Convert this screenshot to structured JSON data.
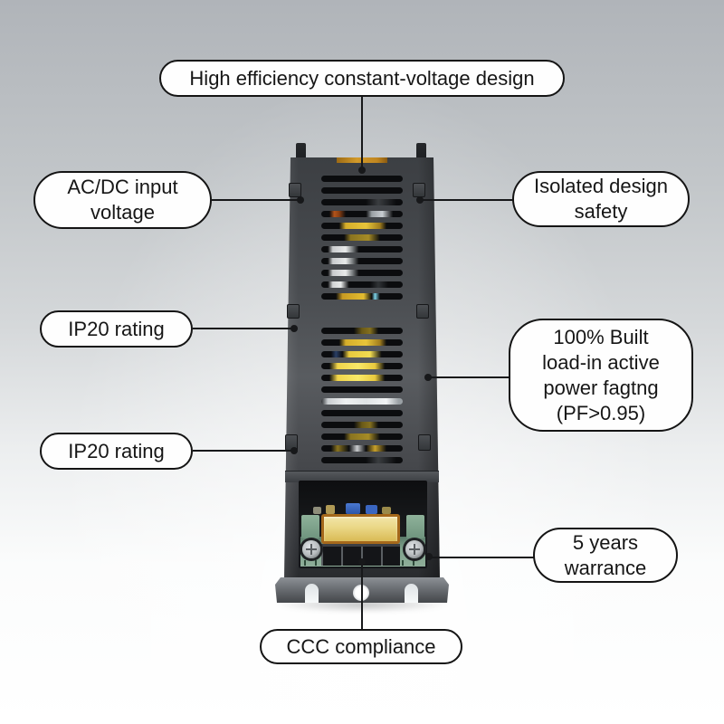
{
  "callouts": {
    "high_efficiency": "High efficiency constant-voltage design",
    "ac_dc_input": "AC/DC input\nvoltage",
    "isolated_design": "Isolated design\nsafety",
    "ip20_top": "IP20 rating",
    "power_factor": "100% Built\nload-in active\npower fagtng\n(PF>0.95)",
    "ip20_bottom": "IP20 rating",
    "warranty": "5 years\nwarrance",
    "ccc": "CCC compliance"
  },
  "device": {
    "label": "LED power supply unit",
    "colors": {
      "case": "#4a4d51",
      "vent_opening": "#0b0c0e",
      "pcb_green": "#7fa28c",
      "terminal_gold": "#ead785",
      "amber_frame": "#a5681b",
      "mounting_plate": "#75797e",
      "pcb_edge_orange": "#c88a1e",
      "callout_border": "#141414",
      "leader_line": "#17181a"
    },
    "vents": {
      "top": [
        "dark",
        "dark",
        "gray-right",
        "orange-silver",
        "gold-mid",
        "gold-dim",
        "cap-left",
        "cap-left",
        "cap-left",
        "cap-small",
        "gold-dot"
      ],
      "middle": [
        "gold-faint",
        "gold-mid",
        "gold-blue",
        "gold-bright",
        "gold-bright",
        "dark",
        "label-white",
        "dark",
        "gold-faint",
        "gold-dim",
        "mix-bottom",
        "gray-right"
      ]
    }
  }
}
